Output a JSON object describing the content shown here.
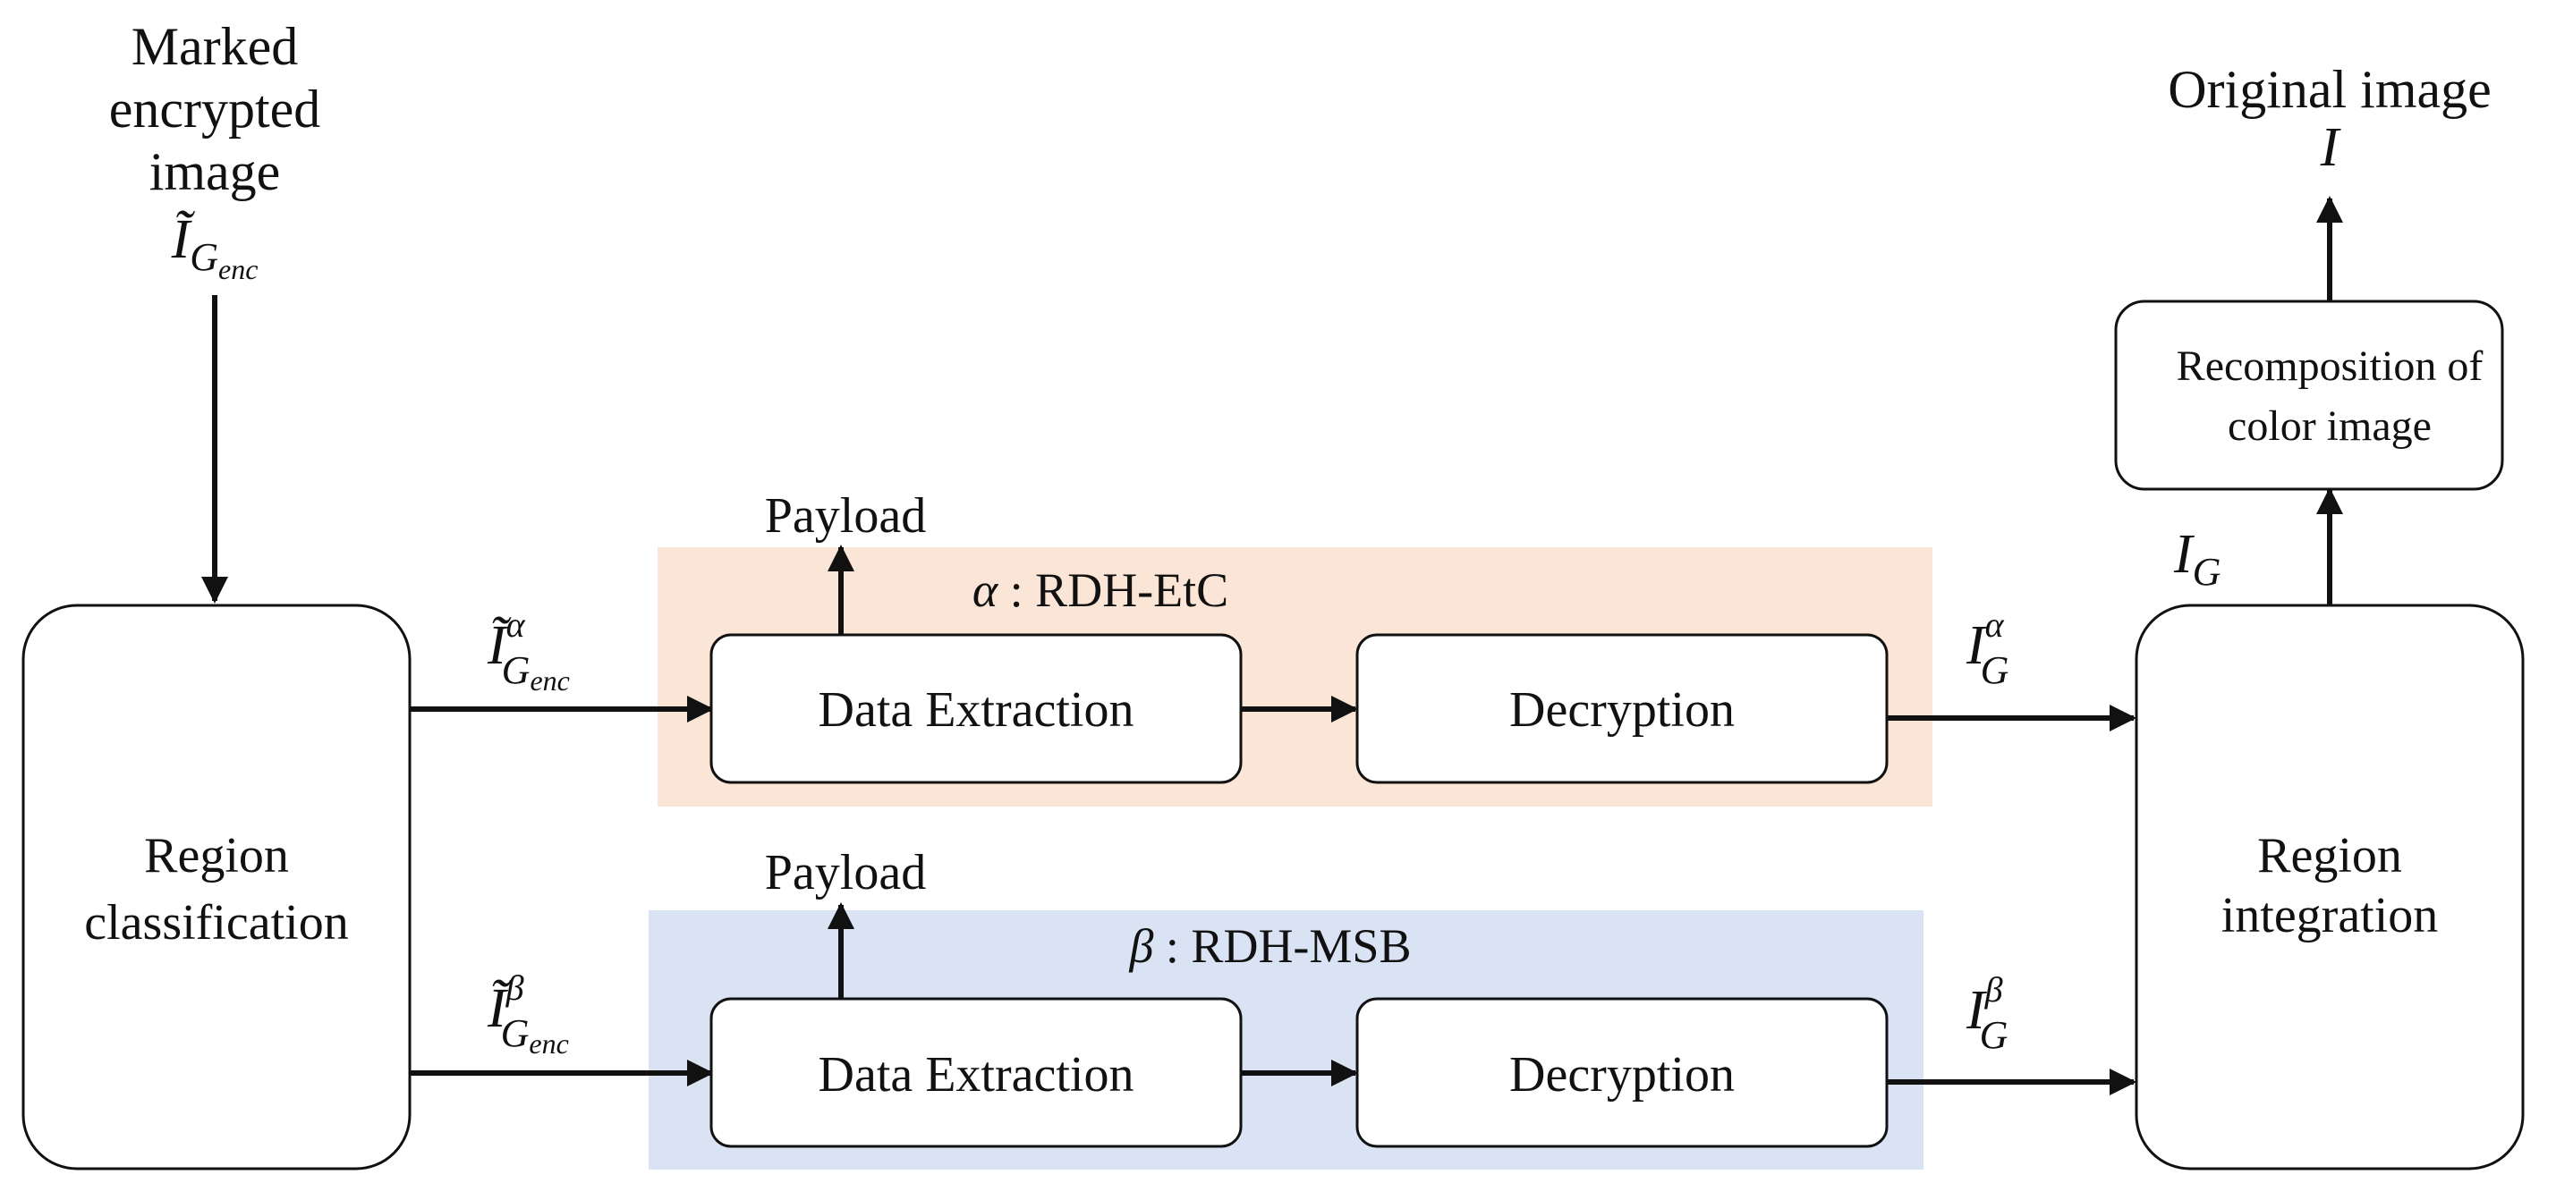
{
  "input": {
    "title_lines": [
      "Marked",
      "encrypted",
      "image"
    ],
    "symbol": {
      "base": "Ĩ",
      "sub": "G",
      "subsub": "enc"
    }
  },
  "output": {
    "title": "Original image",
    "symbol": "I"
  },
  "blocks": {
    "region_classification": [
      "Region",
      "classification"
    ],
    "region_integration": [
      "Region",
      "integration"
    ],
    "recomposition": [
      "Recomposition of",
      "color image"
    ]
  },
  "branches": {
    "alpha": {
      "greek": "α",
      "label": " : RDH-EtC",
      "bg_color": "#fbe5d6",
      "payload": "Payload",
      "extraction": "Data Extraction",
      "decryption": "Decryption",
      "in_symbol": {
        "base": "Ĩ",
        "sup": "α",
        "sub": "G",
        "subsub": "enc"
      },
      "out_symbol": {
        "base": "I",
        "sup": "α",
        "sub": "G"
      }
    },
    "beta": {
      "greek": "β",
      "label": " : RDH-MSB",
      "bg_color": "#dae3f3",
      "payload": "Payload",
      "extraction": "Data Extraction",
      "decryption": "Decryption",
      "in_symbol": {
        "base": "Ĩ",
        "sup": "β",
        "sub": "G",
        "subsub": "enc"
      },
      "out_symbol": {
        "base": "I",
        "sup": "β",
        "sub": "G"
      }
    }
  },
  "merged_symbol": {
    "base": "I",
    "sub": "G"
  }
}
